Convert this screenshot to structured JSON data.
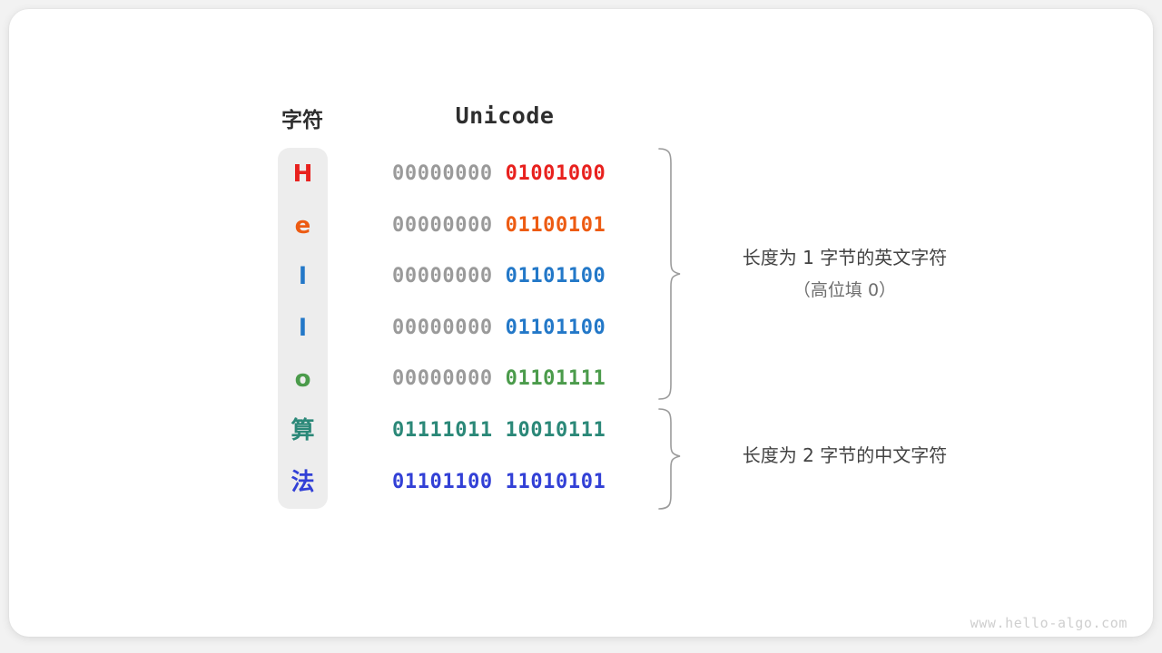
{
  "headers": {
    "character": "字符",
    "unicode": "Unicode"
  },
  "rows": [
    {
      "char": "H",
      "color": "#e8211e",
      "high": "00000000",
      "low": "01001000",
      "group": "single-byte"
    },
    {
      "char": "e",
      "color": "#ed5b12",
      "high": "00000000",
      "low": "01100101",
      "group": "single-byte"
    },
    {
      "char": "l",
      "color": "#2378c8",
      "high": "00000000",
      "low": "01101100",
      "group": "single-byte"
    },
    {
      "char": "l",
      "color": "#2378c8",
      "high": "00000000",
      "low": "01101100",
      "group": "single-byte"
    },
    {
      "char": "o",
      "color": "#4b9b4b",
      "high": "00000000",
      "low": "01101111",
      "group": "single-byte"
    },
    {
      "char": "算",
      "color": "#2b8878",
      "high": "01111011",
      "low": "10010111",
      "group": "double-byte"
    },
    {
      "char": "法",
      "color": "#3240d6",
      "high": "01101100",
      "low": "11010101",
      "group": "double-byte"
    }
  ],
  "annotations": {
    "group1_line1": "长度为 1 字节的英文字符",
    "group1_line2": "（高位填 0）",
    "group2_line1": "长度为 2 字节的中文字符"
  },
  "watermark": "www.hello-algo.com",
  "colors": {
    "card_background": "#ffffff",
    "page_background": "#f2f2f2",
    "char_column": "#ededed",
    "padding_bits": "#9a9a9a",
    "brace_stroke": "#9b9b9b",
    "heading_text": "#2e2e2e",
    "annotation_text": "#434343",
    "annotation_sub_text": "#6e6e6e",
    "watermark_text": "#cfcfcf"
  }
}
